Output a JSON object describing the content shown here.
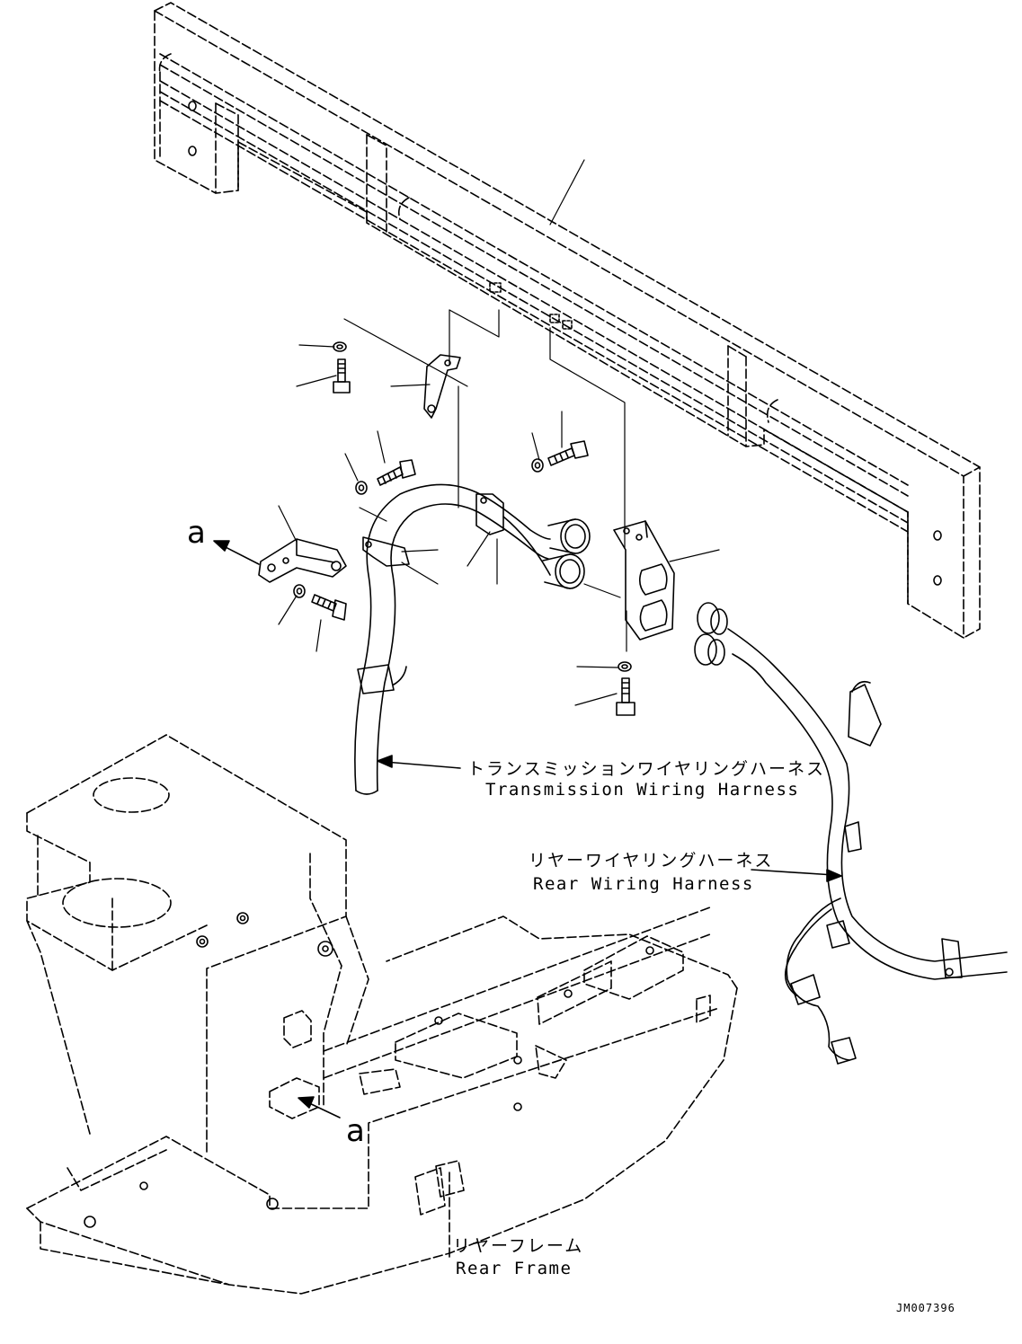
{
  "labels": {
    "transmission_harness_jp": "トランスミッションワイヤリングハーネス",
    "transmission_harness_en": "Transmission Wiring Harness",
    "rear_harness_jp": "リヤーワイヤリングハーネス",
    "rear_harness_en": "Rear Wiring Harness",
    "rear_frame_jp": "リヤーフレーム",
    "rear_frame_en": "Rear Frame",
    "view_marker_top": "a",
    "view_marker_bottom": "a",
    "drawing_code": "JM007396"
  }
}
